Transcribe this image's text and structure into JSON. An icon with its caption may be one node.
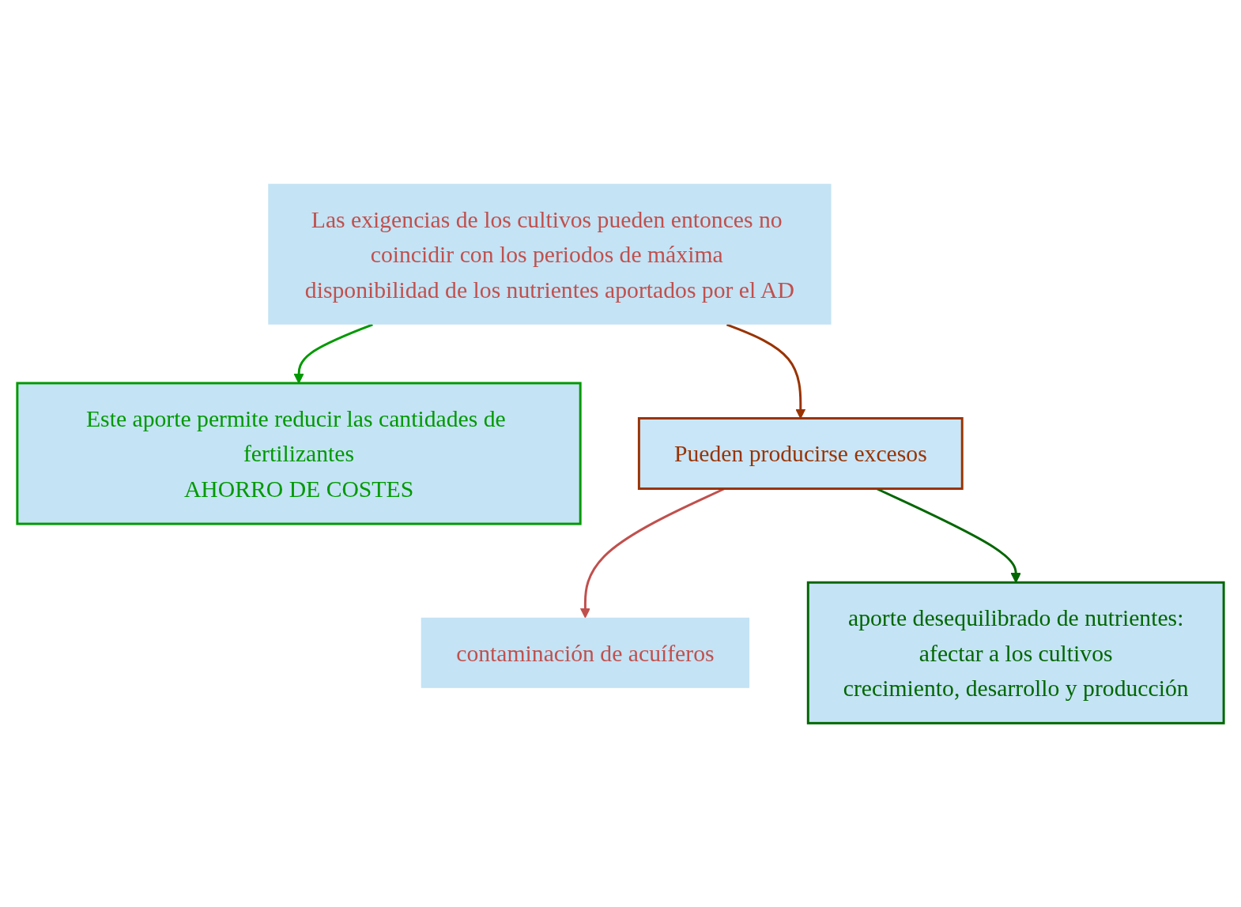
{
  "diagram": {
    "nodes": [
      {
        "text": [
          "Las exigencias de los cultivos pueden entonces no coincidir con los periodos de máxima disponibilidad de los nutrientes aportados por el AD"
        ]
      },
      {
        "text": [
          "Este aporte permite reducir las cantidades de fertilizantes",
          "AHORRO DE COSTES"
        ]
      },
      {
        "text": [
          "Pueden producirse excesos"
        ]
      },
      {
        "text": [
          "contaminación de acuíferos"
        ]
      },
      {
        "text": [
          "aporte desequilibrado de nutrientes:",
          "afectar a los cultivos",
          "crecimiento, desarrollo y producción"
        ]
      }
    ],
    "edges": [
      {
        "from": 0,
        "to": 1,
        "arrow": "to",
        "color": "#009900"
      },
      {
        "from": 0,
        "to": 2,
        "arrow": "to",
        "color": "#993300"
      },
      {
        "from": 2,
        "to": 3,
        "arrow": "to",
        "color": "#c0504d"
      },
      {
        "from": 2,
        "to": 4,
        "arrow": "to",
        "color": "#006600"
      }
    ]
  }
}
